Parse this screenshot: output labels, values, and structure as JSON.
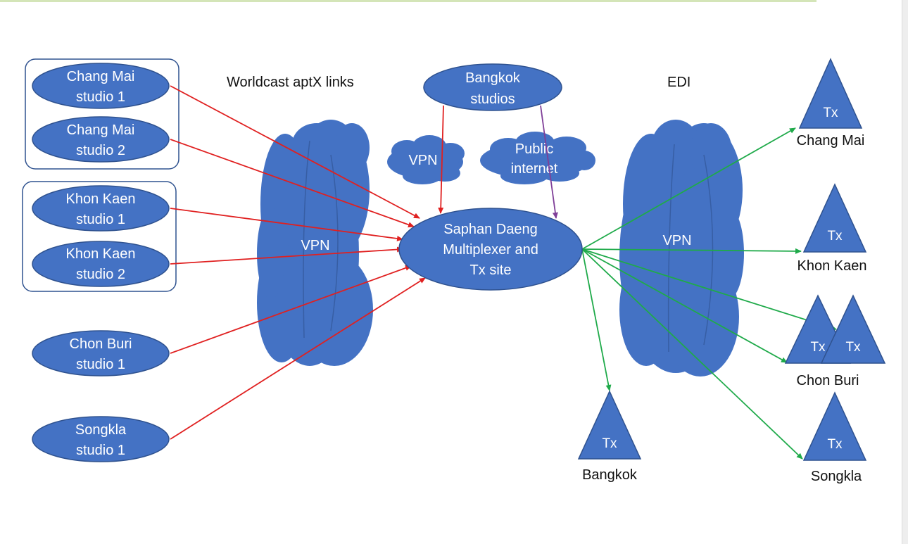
{
  "colors": {
    "shape_fill": "#4472c4",
    "shape_stroke": "#2f528f",
    "studio_link": "#e02020",
    "edi_link": "#1faa4a",
    "internet_link": "#7f3f98",
    "group_border": "#2f528f"
  },
  "headings": {
    "aptx": "Worldcast aptX links",
    "edi": "EDI"
  },
  "studios": [
    {
      "id": "chang-mai-1",
      "line1": "Chang Mai",
      "line2": "studio 1"
    },
    {
      "id": "chang-mai-2",
      "line1": "Chang Mai",
      "line2": "studio 2"
    },
    {
      "id": "khon-kaen-1",
      "line1": "Khon Kaen",
      "line2": "studio 1"
    },
    {
      "id": "khon-kaen-2",
      "line1": "Khon Kaen",
      "line2": "studio 2"
    },
    {
      "id": "chon-buri-1",
      "line1": "Chon Buri",
      "line2": "studio 1"
    },
    {
      "id": "songkla-1",
      "line1": "Songkla",
      "line2": "studio 1"
    }
  ],
  "bangkok_studios": {
    "line1": "Bangkok",
    "line2": "studios"
  },
  "hub": {
    "line1": "Saphan Daeng",
    "line2": "Multiplexer and",
    "line3": "Tx site"
  },
  "clouds": {
    "left": "VPN",
    "right": "VPN",
    "small_vpn": "VPN",
    "internet_line1": "Public",
    "internet_line2": "internet"
  },
  "transmitters": {
    "tx_label": "Tx",
    "sites": [
      "Chang Mai",
      "Khon Kaen",
      "Chon Buri",
      "Songkla",
      "Bangkok"
    ]
  }
}
